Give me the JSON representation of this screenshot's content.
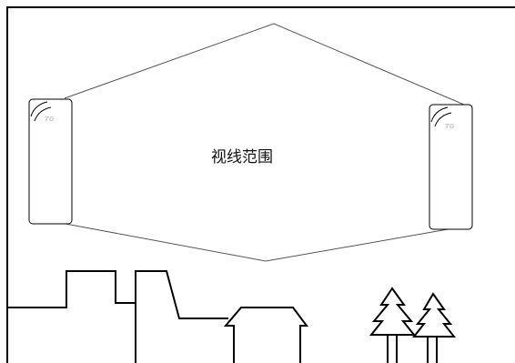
{
  "diagram": {
    "center_label": "视线范围",
    "device_left": {
      "brand": "TG"
    },
    "device_right": {
      "brand": "TG"
    }
  },
  "colors": {
    "outline": "#000000",
    "range_line": "#555555",
    "device_mark": "#c8c8c8",
    "background": "#ffffff"
  },
  "icons": {
    "left_device": "wireless-sensor-icon",
    "right_device": "wireless-sensor-icon",
    "trees": "tree-icon",
    "buildings": "building-icon"
  }
}
